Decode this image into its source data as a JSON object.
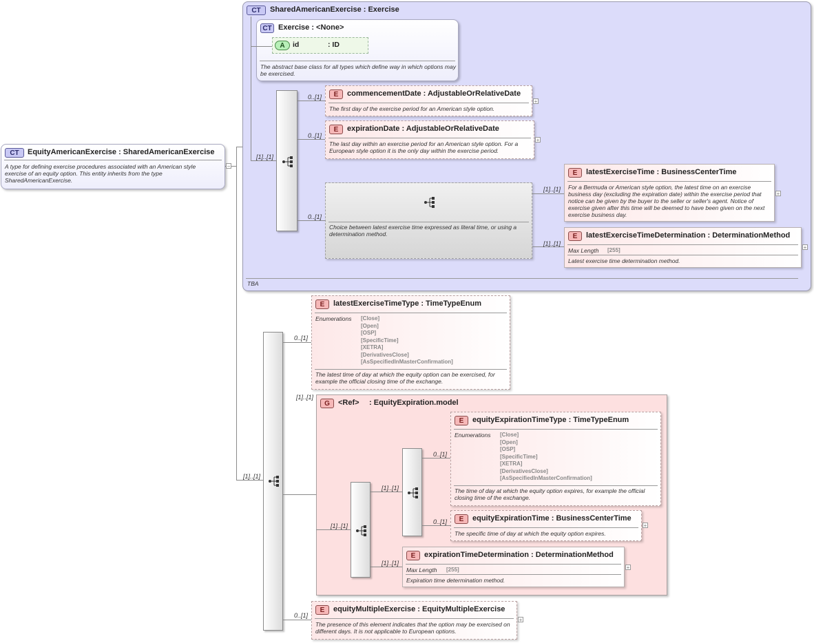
{
  "root": {
    "badge": "CT",
    "name": "EquityAmericanExercise",
    "type": "SharedAmericanExercise",
    "doc": "A type for defining exercise procedures associated with an American style exercise of an equity option. This entity inherits from the type SharedAmericanExercise."
  },
  "shared": {
    "badge": "CT",
    "name": "SharedAmericanExercise",
    "type": "Exercise",
    "footer": "TBA"
  },
  "exercise": {
    "badge": "CT",
    "name": "Exercise",
    "type": "<None>",
    "attr_badge": "A",
    "attr_name": "id",
    "attr_type": ": ID",
    "doc": "The abstract base class for all types which define way in which options may be exercised."
  },
  "sep": " : ",
  "e_badge": "E",
  "g_badge": "G",
  "elements": {
    "commencement": {
      "name": "commencementDate",
      "type": "AdjustableOrRelativeDate",
      "mult": "0..[1]",
      "doc": "The first day of the exercise period for an American style option."
    },
    "expiration": {
      "name": "expirationDate",
      "type": "AdjustableOrRelativeDate",
      "mult": "0..[1]",
      "doc": "The last day within an exercise period for an American style option. For a European style option it is the only day within the exercise period."
    },
    "latestTime": {
      "name": "latestExerciseTime",
      "type": "BusinessCenterTime",
      "mult": "[1]..[1]",
      "doc": "For a Bermuda or American style option, the latest time on an exercise business day (excluding the expiration date) within the exercise period that notice can be given by the buyer to the seller or seller's agent. Notice of exercise given after this time will be deemed to have been given on the next exercise business day."
    },
    "latestTimeDet": {
      "name": "latestExerciseTimeDetermination",
      "type": "DeterminationMethod",
      "mult": "[1]..[1]",
      "facet_label": "Max Length",
      "facet_value": "[255]",
      "doc": "Latest exercise time determination method."
    },
    "latestTimeType": {
      "name": "latestExerciseTimeType",
      "type": "TimeTypeEnum",
      "mult": "0..[1]",
      "enum_label": "Enumerations",
      "enums": "[Close]\n[Open]\n[OSP]\n[SpecificTime]\n[XETRA]\n[DerivativesClose]\n[AsSpecifiedInMasterConfirmation]",
      "doc": "The latest time of day at which the equity option can be exercised, for example the official closing time of the exchange."
    },
    "eqExpTimeType": {
      "name": "equityExpirationTimeType",
      "type": "TimeTypeEnum",
      "mult": "0..[1]",
      "enum_label": "Enumerations",
      "enums": "[Close]\n[Open]\n[OSP]\n[SpecificTime]\n[XETRA]\n[DerivativesClose]\n[AsSpecifiedInMasterConfirmation]",
      "doc": "The time of day at which the equity option expires, for example the official closing time of the exchange."
    },
    "eqExpTime": {
      "name": "equityExpirationTime",
      "type": "BusinessCenterTime",
      "mult": "0..[1]",
      "doc": "The specific time of day at which the equity option expires."
    },
    "expTimeDet": {
      "name": "expirationTimeDetermination",
      "type": "DeterminationMethod",
      "mult": "[1]..[1]",
      "facet_label": "Max Length",
      "facet_value": "[255]",
      "doc": "Expiration time determination method."
    },
    "multiple": {
      "name": "equityMultipleExercise",
      "type": "EquityMultipleExercise",
      "mult": "0..[1]",
      "doc": "The presence of this element indicates that the option may be exercised on different days. It is not applicable to European options."
    }
  },
  "choice": {
    "mult": "0..[1]",
    "doc": "Choice between latest exercise time expressed as literal time, or using a determination method."
  },
  "group": {
    "ref": "<Ref>",
    "name": "EquityExpiration.model",
    "mult": "[1]..[1]"
  },
  "seq_mult": {
    "shared_seq": "[1]..[1]",
    "main_seq": "[1]..[1]",
    "group_seq": "[1]..[1]",
    "inner_seq": "[1]..[1]",
    "exp_time_det": "[1]..[1]"
  },
  "plus": "+",
  "minus": "−"
}
